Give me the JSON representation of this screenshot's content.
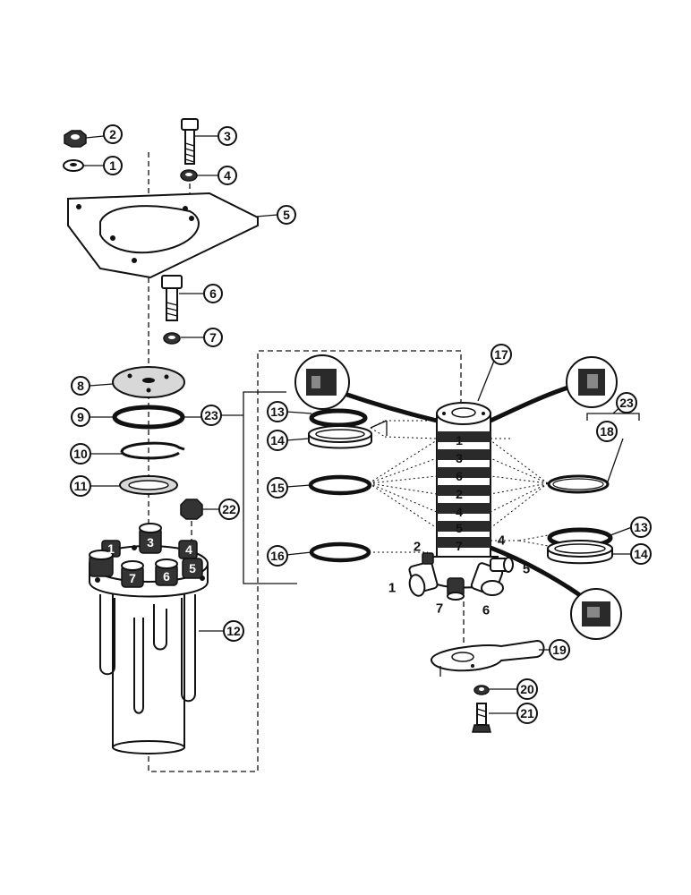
{
  "callouts": {
    "c1": "1",
    "c2": "2",
    "c3": "3",
    "c4": "4",
    "c5": "5",
    "c6": "6",
    "c7": "7",
    "c8": "8",
    "c9": "9",
    "c10": "10",
    "c11": "11",
    "c12": "12",
    "c13a": "13",
    "c14a": "14",
    "c13b": "13",
    "c14b": "14",
    "c15": "15",
    "c16": "16",
    "c17": "17",
    "c18": "18",
    "c19": "19",
    "c20": "20",
    "c21": "21",
    "c22": "22",
    "c23a": "23",
    "c23b": "23"
  },
  "housing_ports": {
    "p1": "3",
    "p2": "1",
    "p3": "5",
    "p4": "7",
    "p5": "6",
    "p6": "4"
  },
  "spool_stamps": {
    "s1": "1",
    "s2": "3",
    "s3": "6",
    "s4": "2",
    "s5": "4",
    "s6": "5",
    "s7": "7"
  },
  "port_labels": {
    "l2": "2",
    "l4": "4",
    "l1": "1",
    "l5": "5",
    "l7": "7",
    "l6": "6"
  }
}
